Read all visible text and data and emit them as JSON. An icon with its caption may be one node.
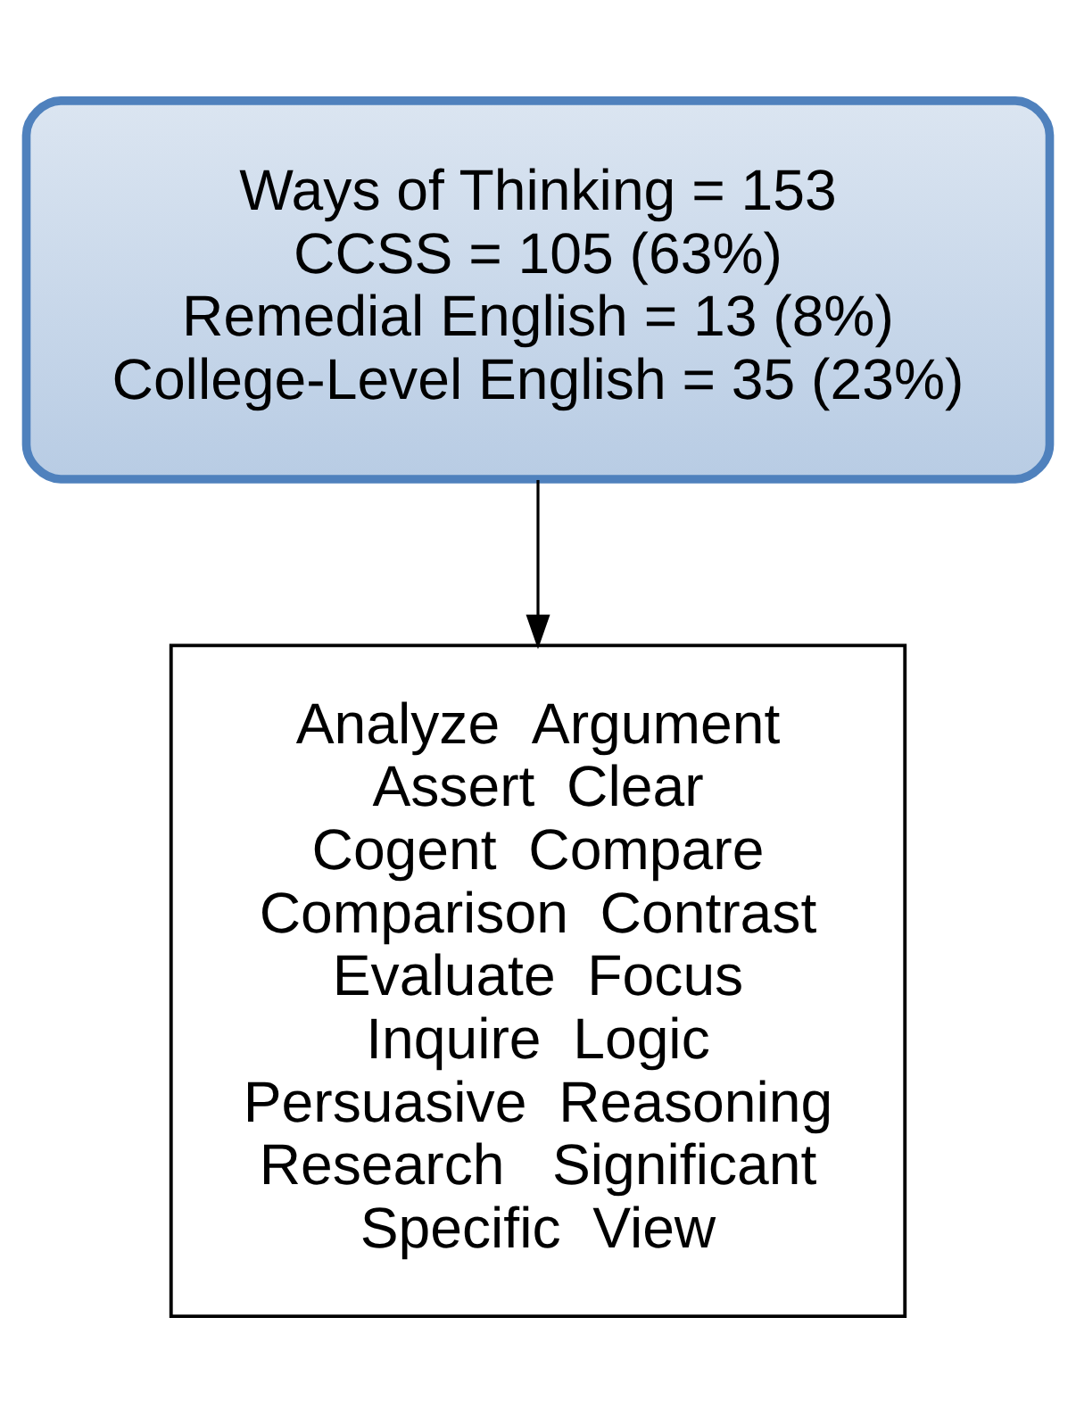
{
  "diagram": {
    "nodes": [
      {
        "text": [
          "Ways of Thinking = 153",
          "CCSS = 105 (63%)",
          "Remedial English = 13 (8%)",
          "College-Level English = 35 (23%)"
        ]
      },
      {
        "text": [
          "Analyze  Argument",
          "Assert  Clear",
          "Cogent  Compare",
          "Comparison  Contrast",
          "Evaluate  Focus",
          "Inquire  Logic",
          "Persuasive  Reasoning",
          "Research   Significant",
          "Specific  View"
        ]
      }
    ],
    "edges": [
      {
        "from": 0,
        "to": 1,
        "arrow": "to"
      }
    ]
  }
}
